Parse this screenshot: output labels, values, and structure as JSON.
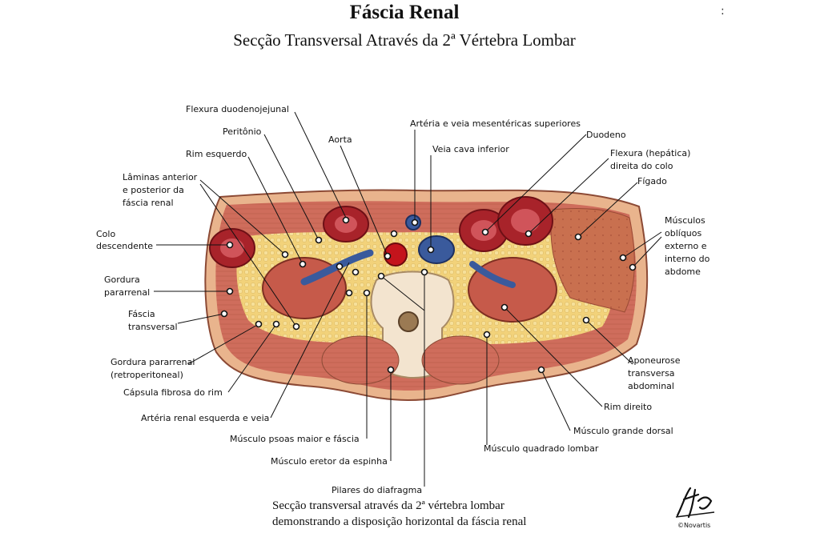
{
  "title": "Fáscia Renal",
  "subtitle": "Secção Transversal Através da 2ª Vértebra Lombar",
  "corner_mark": ":",
  "labels": {
    "flexura_duodenojejunal": [
      "Flexura duodenojejunal"
    ],
    "peritonio": [
      "Peritônio"
    ],
    "rim_esquerdo": [
      "Rim esquerdo"
    ],
    "laminas": [
      "Lâminas anterior",
      "e posterior da",
      "fáscia renal"
    ],
    "colo_descendente": [
      "Colo",
      "descendente"
    ],
    "gordura_pararrenal": [
      "Gordura",
      "pararrenal"
    ],
    "fascia_transversal": [
      "Fáscia",
      "transversal"
    ],
    "gordura_retro": [
      "Gordura pararrenal",
      "(retroperitoneal)"
    ],
    "capsula_fibrosa": [
      "Cápsula fibrosa do rim"
    ],
    "arteria_renal": [
      "Artéria renal esquerda e veia"
    ],
    "psoas": [
      "Músculo psoas maior e fáscia"
    ],
    "eretor": [
      "Músculo eretor da espinha"
    ],
    "pilares": [
      "Pilares do diafragma"
    ],
    "aorta": [
      "Aorta"
    ],
    "mesentericas": [
      "Artéria e veia mesentéricas superiores"
    ],
    "veia_cava": [
      "Veia cava inferior"
    ],
    "duodeno": [
      "Duodeno"
    ],
    "flexura_hepatica": [
      "Flexura (hepática)",
      "direita do colo"
    ],
    "figado": [
      "Fígado"
    ],
    "obliquos": [
      "Músculos",
      "oblíquos",
      "externo e",
      "interno do",
      "abdome"
    ],
    "aponeurose": [
      "Aponeurose",
      "transversa",
      "abdominal"
    ],
    "rim_direito": [
      "Rim direito"
    ],
    "grande_dorsal": [
      "Músculo grande dorsal"
    ],
    "quadrado_lombar": [
      "Músculo quadrado lombar"
    ]
  },
  "caption": {
    "line1": "Secção transversal através da 2ª vértebra lombar",
    "line2": "demonstrando a disposição horizontal da fáscia renal"
  },
  "signature": "F. Netter",
  "publisher": "©Novartis",
  "colors": {
    "muscle": "#cf6d5c",
    "muscle_dark": "#b5523f",
    "fat": "#f2d27a",
    "organ": "#a8232a",
    "skin": "#e9b48d",
    "vein": "#3a5a9c",
    "artery": "#c4141c",
    "fascia": "#f3e4cf"
  }
}
